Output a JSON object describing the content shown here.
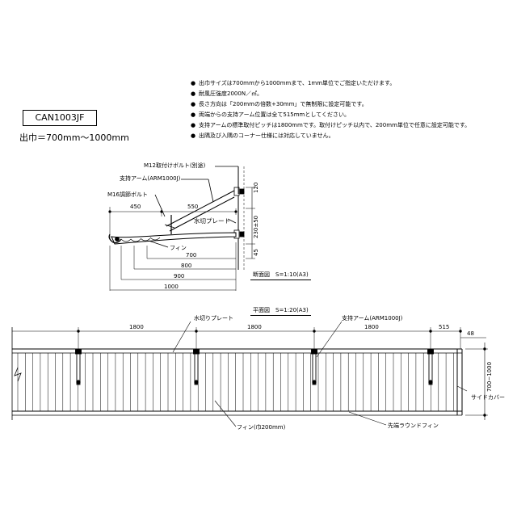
{
  "header": {
    "model": "CAN1003JF",
    "width_range": "出巾＝700mm～1000mm"
  },
  "notes": [
    "出巾サイズは700mmから1000mmまで、1mm単位でご指定いただけます。",
    "耐風圧強度2000N／㎡。",
    "長さ方向は「200mmの倍数+30mm」で無制限に設定可能です。",
    "両端からの支持アーム位置は全て515mmとしてください。",
    "支持アームの標準取付ピッチは1800mmです。取付けピッチ以内で、200mm単位で任意に設定可能です。",
    "出隅及び入隅のコーナー仕様には対応していません。"
  ],
  "section_view": {
    "labels": {
      "bolt": "M12取付けボルト(別途)",
      "arm": "支持アーム(ARM1000J)",
      "adjust_bolt": "M16調節ボルト",
      "plate": "水切プレート",
      "fin": "フィン"
    },
    "dims": {
      "d450": "450",
      "d550": "550",
      "d120": "120",
      "d230": "230±50",
      "d45": "45",
      "d700": "700",
      "d800": "800",
      "d900": "900",
      "d1000": "1000"
    },
    "scale": "断面図　S=1:10(A3)"
  },
  "plan_view": {
    "scale": "平面図　S=1:20(A3)",
    "labels": {
      "plate": "水切りプレート",
      "arm": "支持アーム(ARM1000J)",
      "fin": "フィン(巾200mm)",
      "round_fin": "先端ラウンドフィン",
      "side_cover": "サイドカバー"
    },
    "dims": {
      "pitch1": "1800",
      "pitch2": "1800",
      "pitch3": "1800",
      "end": "515",
      "side": "48",
      "depth": "700~1000"
    }
  }
}
